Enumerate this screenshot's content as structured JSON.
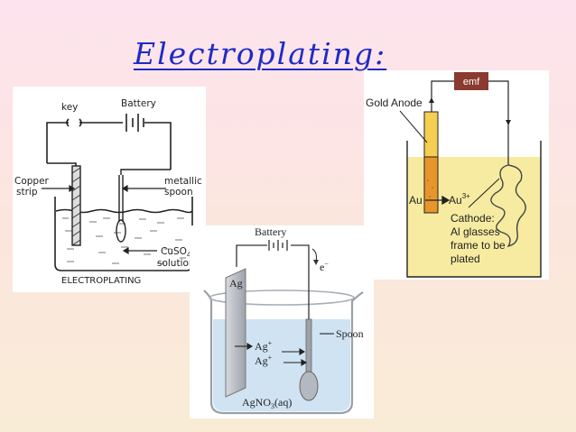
{
  "title": "Electroplating:",
  "left_diagram": {
    "key_label": "key",
    "battery_label": "Battery",
    "copper_label_line1": "Copper",
    "copper_label_line2": "strip",
    "spoon_label_line1": "metallic",
    "spoon_label_line2": "spoon",
    "solution_label_line1": "CuSO",
    "solution_label_sub": "4",
    "solution_label_line2": "solution",
    "caption": "ELECTROPLATING"
  },
  "right_diagram": {
    "emf_label": "emf",
    "anode_label": "Gold Anode",
    "au_label": "Au",
    "au3_label": "Au",
    "au3_sup": "3+",
    "cathode_lines": [
      "Cathode:",
      "Al glasses",
      "frame to be",
      "plated"
    ],
    "colors": {
      "solution": "#f6eba0",
      "anode": "#f0b436",
      "emf_box": "#8b3a2f"
    }
  },
  "middle_diagram": {
    "battery_label": "Battery",
    "electron_label": "e",
    "electron_sup": "−",
    "ag_label": "Ag",
    "ion1_label": "Ag",
    "ion1_sup": "+",
    "ion2_label": "Ag",
    "ion2_sup": "+",
    "spoon_label": "Spoon",
    "solution_label": "AgNO",
    "solution_sub": "3",
    "solution_suffix": "(aq)",
    "colors": {
      "solution": "#cfe3f3"
    }
  }
}
